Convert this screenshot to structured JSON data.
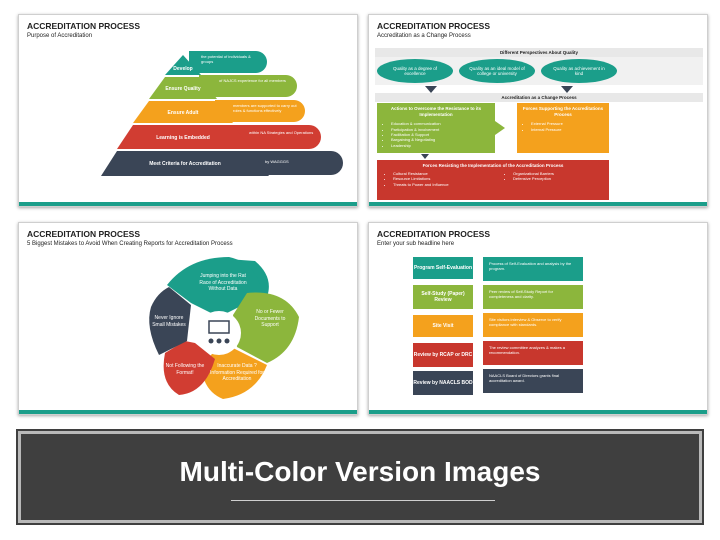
{
  "slide1": {
    "title": "ACCREDITATION PROCESS",
    "subtitle": "Purpose of Accreditation",
    "tiers": [
      {
        "label": "Develop",
        "desc": "the potential of individuals & groups",
        "color": "#1b9e8a"
      },
      {
        "label": "Ensure Quality",
        "desc": "of NAJCS experience for all members",
        "color": "#8cb63c"
      },
      {
        "label": "Ensure Adult",
        "desc": "members are supported to carry out roles & functions effectively",
        "color": "#f4a11d"
      },
      {
        "label": "Learning is Embedded",
        "desc": "within NA Strategies and Operations",
        "color": "#d13d32"
      },
      {
        "label": "Meet Criteria for Accreditation",
        "desc": "by WAGGGS",
        "color": "#3a4556"
      }
    ]
  },
  "slide2": {
    "title": "ACCREDITATION PROCESS",
    "subtitle": "Accreditation as a Change Process",
    "perspectives_header": "Different Perspectives About Quality",
    "ovals": [
      "Quality as a degree of excellence",
      "Quality as an ideal model of college or university",
      "Quality as achievement in kind"
    ],
    "change_header": "Accreditation as a Change Process",
    "green_box": {
      "title": "Actions to Overcome the Resistance to its Implementation",
      "items": [
        "Education & communication",
        "Participation & involvement",
        "Facilitation & Support",
        "Bargaining & Negotiating",
        "Leadership"
      ]
    },
    "orange_box": {
      "title": "Forces Supporting the Accreditations Process",
      "items": [
        "External Pressure",
        "Internal Pressure"
      ]
    },
    "red_box": {
      "title": "Forces Resisting the Implementation of the Accreditation Process",
      "items_left": [
        "Cultural Resistance",
        "Resource Limitations",
        "Threats to Power and Influence"
      ],
      "items_right": [
        "Organizational Barriers",
        "Defensive Perception"
      ]
    }
  },
  "slide3": {
    "title": "ACCREDITATION PROCESS",
    "subtitle": "5 Biggest Mistakes to Avoid When Creating Reports for Accreditation Process",
    "petals": [
      {
        "text": "Jumping into the Rat Race of Accreditation Without Data",
        "color": "#1b9e8a"
      },
      {
        "text": "No or Fewer Documents to Support",
        "color": "#8cb63c"
      },
      {
        "text": "Inaccurate Data ? Information Required for Accreditation",
        "color": "#f4a11d"
      },
      {
        "text": "Not Following the Format!",
        "color": "#d13d32"
      },
      {
        "text": "Never Ignore Small Mistakes",
        "color": "#3a4556"
      }
    ]
  },
  "slide4": {
    "title": "ACCREDITATION PROCESS",
    "subtitle": "Enter your sub headline here",
    "steps": [
      {
        "label": "Program Self-Evaluation",
        "desc": "Process of Self-Evaluation and analysis by the program.",
        "color": "#1b9e8a"
      },
      {
        "label": "Self-Study (Paper) Review",
        "desc": "Peer review of Self-Study Report for completeness and clarity.",
        "color": "#8cb63c"
      },
      {
        "label": "Site Visit",
        "desc": "Site visitors interview & Observe to verify compliance with standards.",
        "color": "#f4a11d"
      },
      {
        "label": "Review by RCAP or DRC",
        "desc": "The review committee analyzes & makes a recommendation.",
        "color": "#d13d32"
      },
      {
        "label": "Review by NAACLS BOD",
        "desc": "NAACLS Board of Directors grants final accreditation award.",
        "color": "#3a4556"
      }
    ]
  },
  "banner": {
    "title": "Multi-Color Version Images"
  }
}
